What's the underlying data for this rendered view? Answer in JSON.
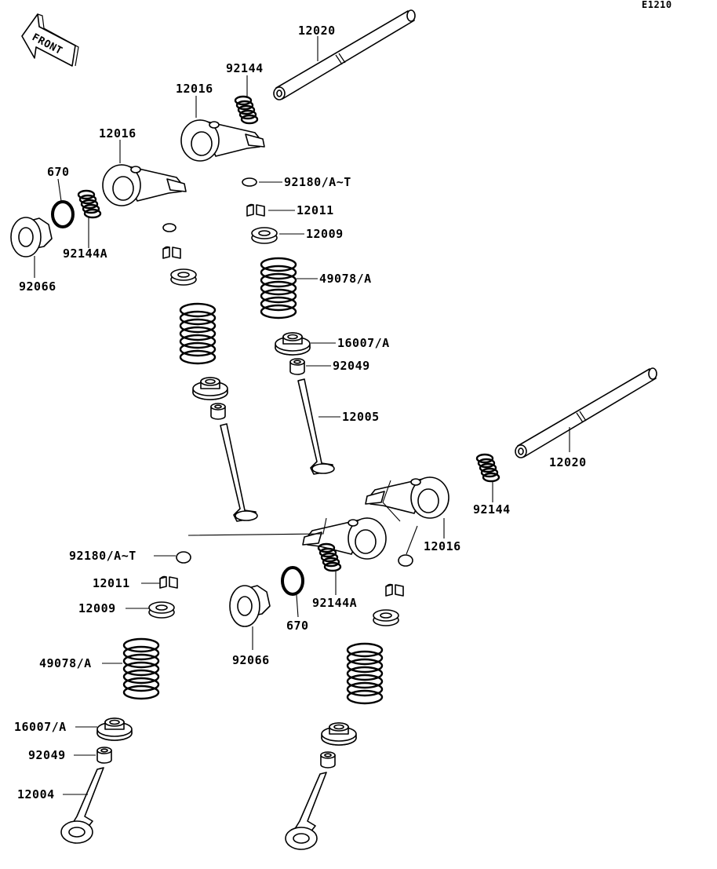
{
  "diagram_code": "E1210",
  "front_label": "FRONT",
  "labels": {
    "shaft_upper": "12020",
    "spring_upper": "92144",
    "rocker_upper": "12016",
    "rocker_left": "12016",
    "oring_left": "670",
    "spring_left": "92144A",
    "plug_left": "92066",
    "shim_upper": "92180/A~T",
    "keeper_upper": "12011",
    "retainer_upper": "12009",
    "valve_spring_upper": "49078/A",
    "spring_seat_upper": "16007/A",
    "stem_seal_upper": "92049",
    "valve_upper": "12005",
    "shaft_lower": "12020",
    "spring_lower_right": "92144",
    "rocker_lower": "12016",
    "shim_lower": "92180/A~T",
    "keeper_lower": "12011",
    "retainer_lower": "12009",
    "spring_lower_mid": "92144A",
    "oring_lower": "670",
    "plug_lower": "92066",
    "valve_spring_lower": "49078/A",
    "spring_seat_lower": "16007/A",
    "stem_seal_lower": "92049",
    "valve_lower": "12004"
  }
}
